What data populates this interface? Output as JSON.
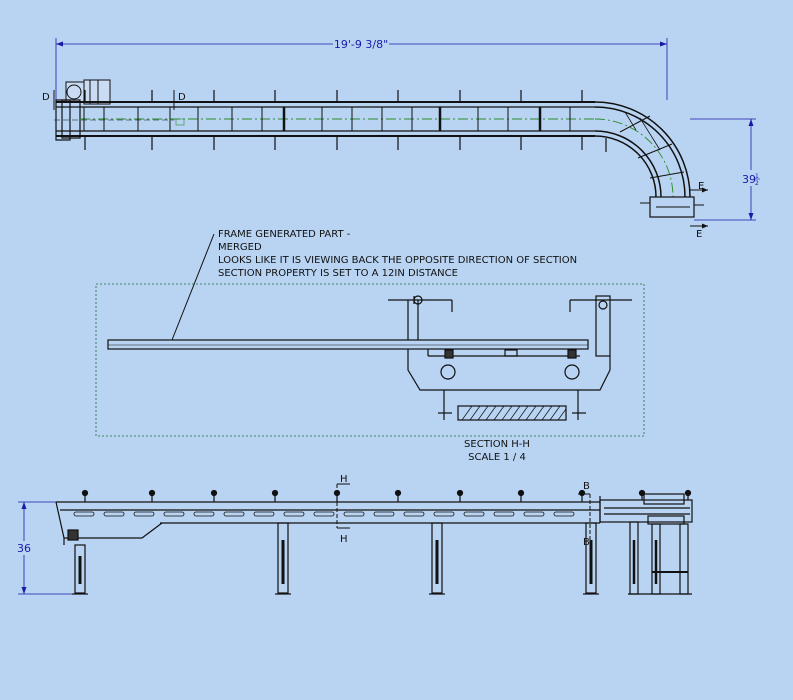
{
  "colors": {
    "background": "#b9d4f2",
    "line": "#111111",
    "dimension": "#1a1aa8",
    "centerline": "#2a8a2a"
  },
  "top_view": {
    "overall_length": "19'-9 3/8\"",
    "height_whole": "39",
    "height_frac_num": "1",
    "height_frac_den": "2",
    "section_d_left": "D",
    "section_d_right": "D",
    "section_e_top": "E",
    "section_e_bottom": "E"
  },
  "note": {
    "line1": "FRAME GENERATED PART -",
    "line2": "MERGED",
    "line3": "LOOKS LIKE IT IS VIEWING BACK THE OPPOSITE DIRECTION OF SECTION",
    "line4": "SECTION PROPERTY IS SET TO A 12IN DISTANCE"
  },
  "section_view": {
    "title": "SECTION H-H",
    "scale": "SCALE 1 / 4"
  },
  "side_view": {
    "height": "36",
    "section_h_top": "H",
    "section_h_bottom": "H",
    "section_b_top": "B",
    "section_b_bottom": "B"
  }
}
